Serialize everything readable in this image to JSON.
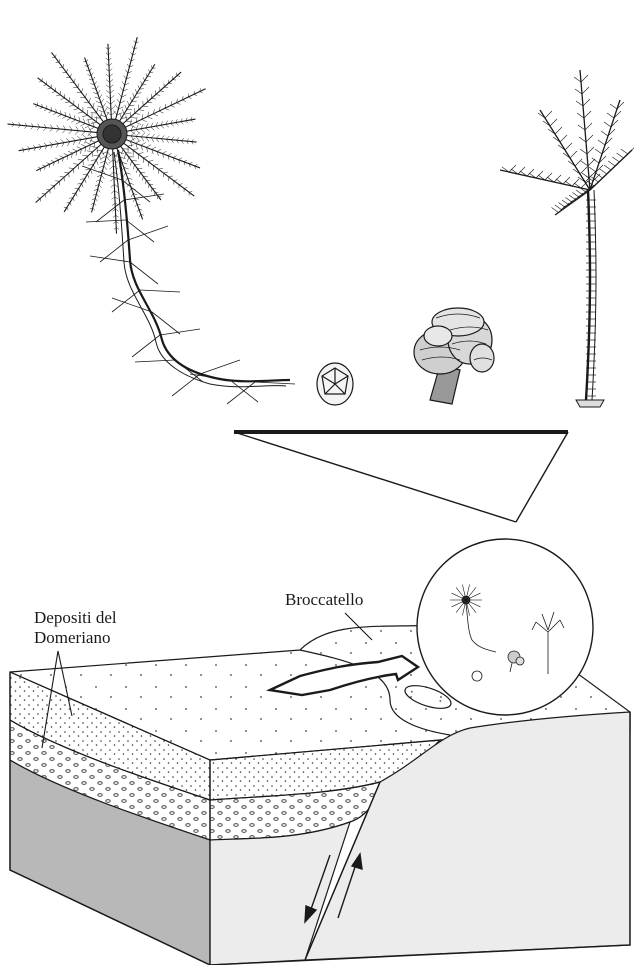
{
  "labels": {
    "deposits_line1": "Depositi del",
    "deposits_line2": "Domeriano",
    "broccatello": "Broccatello"
  },
  "figures": {
    "top_panel": [
      "crinoid-with-crown",
      "small-calyx",
      "coiled-crinoid",
      "stalked-crinoid"
    ],
    "inset": "crinoid-inset-circle",
    "block": "stratigraphic-block-diagram"
  },
  "colors": {
    "ink": "#1a1a1a",
    "rock_dark": "#b8b8b8",
    "rock_light": "#ececec",
    "paper": "#ffffff"
  }
}
